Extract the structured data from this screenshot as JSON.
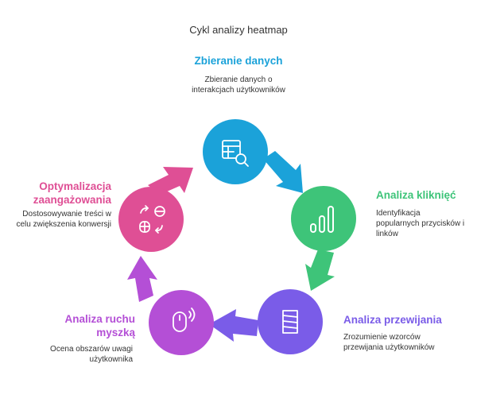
{
  "title": "Cykl analizy heatmap",
  "steps": [
    {
      "title": "Zbieranie danych",
      "description": "Zbieranie danych o interakcjach użytkowników",
      "icon": "table-search-icon",
      "color": "#1ba2d9"
    },
    {
      "title": "Analiza kliknięć",
      "description": "Identyfikacja popularnych przycisków i linków",
      "icon": "bar-chart-icon",
      "color": "#3ec479"
    },
    {
      "title": "Analiza przewijania",
      "description": "Zrozumienie wzorców przewijania użytkowników",
      "icon": "scroll-icon",
      "color": "#7a5ce8"
    },
    {
      "title": "Analiza ruchu myszką",
      "description": "Ocena obszarów uwagi użytkownika",
      "icon": "mouse-icon",
      "color": "#b44fd6"
    },
    {
      "title": "Optymalizacja zaangażowania",
      "description": "Dostosowywanie treści w celu zwiększenia konwersji",
      "icon": "optimize-cycle-icon",
      "color": "#df4f95"
    }
  ]
}
